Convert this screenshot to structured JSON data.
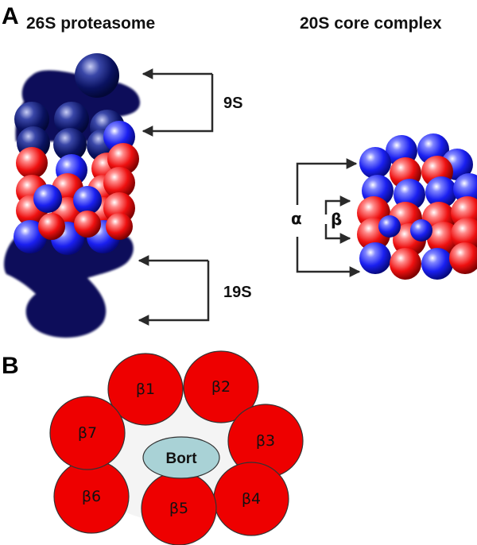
{
  "panel_a": {
    "letter": "A",
    "left_title": "26S proteasome",
    "right_title": "20S core complex",
    "label_9s": "9S",
    "label_19s": "19S",
    "label_alpha": "α",
    "label_beta": "β"
  },
  "panel_b": {
    "letter": "B",
    "center_label": "Bort",
    "subunits": [
      "β1",
      "β2",
      "β3",
      "β4",
      "β5",
      "β6",
      "β7"
    ]
  },
  "colors": {
    "alpha_blue": "#1f24e8",
    "beta_red": "#ee1010",
    "regulator_navy": "#0a0f5a",
    "bort_fill": "#a9d2d6",
    "subunit_red": "#ee0000"
  }
}
